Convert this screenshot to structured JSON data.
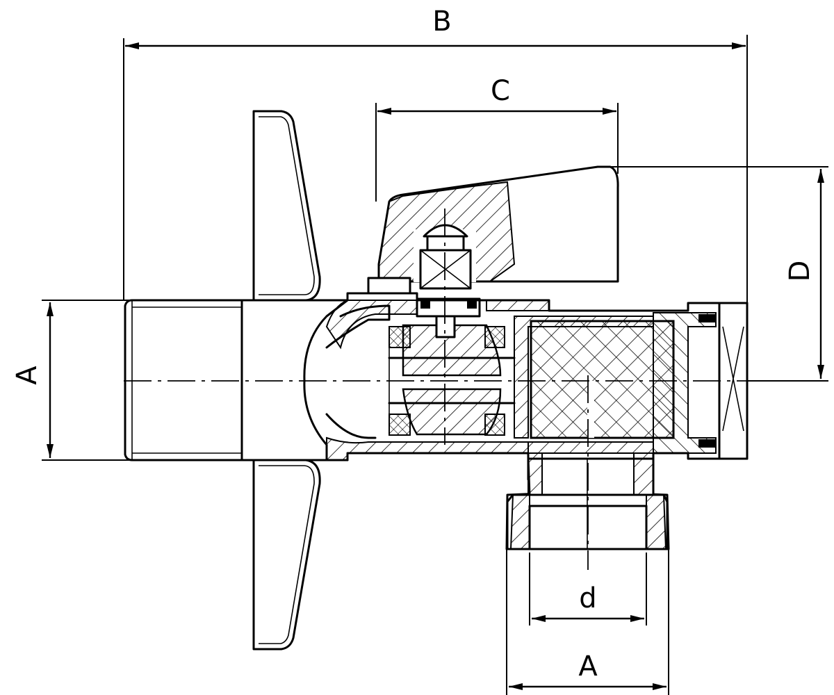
{
  "drawing": {
    "dimension_labels": {
      "B": "B",
      "C": "C",
      "D": "D",
      "A_left": "A",
      "A_bottom": "A",
      "d": "d"
    }
  }
}
